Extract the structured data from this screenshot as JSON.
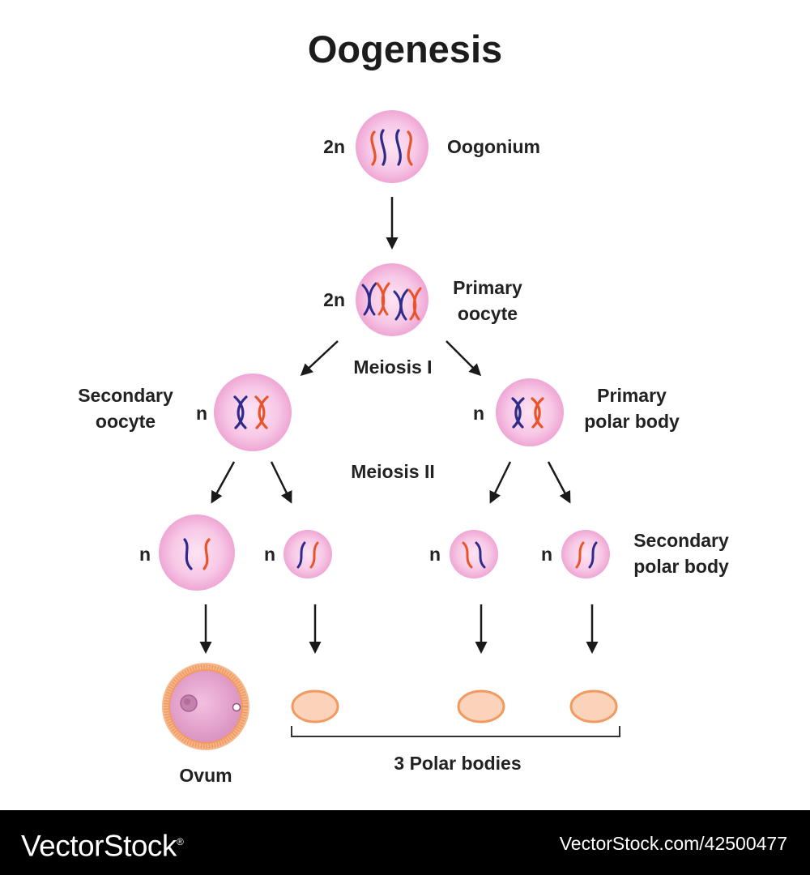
{
  "title": "Oogenesis",
  "colors": {
    "cell_fill": "#f7c8e6",
    "cell_edge": "#f0a6d4",
    "chromosome_maternal": "#2e2b8a",
    "chromosome_paternal": "#e8542a",
    "ovum_layer": "#f09a5f",
    "polar_body_fill": "#fbd3ba",
    "arrow": "#1a1a1a"
  },
  "stages": {
    "oogonium": {
      "ploidy": "2n",
      "label": "Oogonium"
    },
    "primary_oocyte": {
      "ploidy": "2n",
      "label_line1": "Primary",
      "label_line2": "oocyte"
    },
    "secondary_oocyte": {
      "ploidy": "n",
      "label_line1": "Secondary",
      "label_line2": "oocyte"
    },
    "primary_polar_body": {
      "ploidy": "n",
      "label_line1": "Primary",
      "label_line2": "polar body"
    },
    "meiosis_2_products": [
      {
        "ploidy": "n"
      },
      {
        "ploidy": "n"
      },
      {
        "ploidy": "n"
      },
      {
        "ploidy": "n",
        "label_line1": "Secondary",
        "label_line2": "polar body"
      }
    ]
  },
  "phases": {
    "meiosis_1": "Meiosis I",
    "meiosis_2": "Meiosis II"
  },
  "outputs": {
    "ovum": "Ovum",
    "polar_bodies": "3 Polar bodies"
  },
  "footer": {
    "brand": "VectorStock",
    "registered_mark": "®",
    "image_id": "VectorStock.com/42500477"
  }
}
